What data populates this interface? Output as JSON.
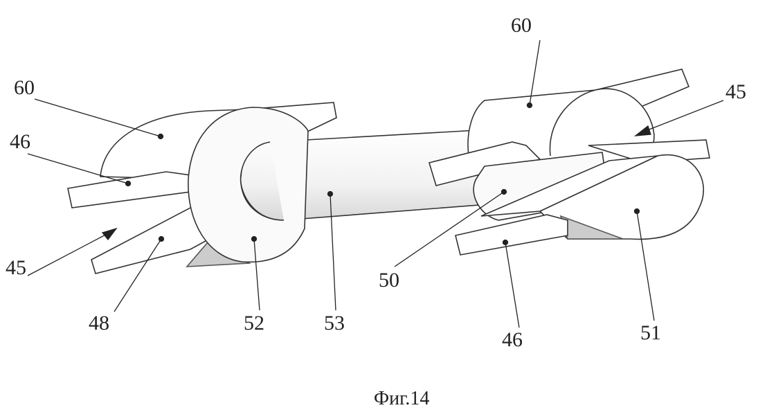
{
  "figure": {
    "caption": "Фиг.14",
    "labels": [
      {
        "id": "60-left",
        "text": "60"
      },
      {
        "id": "46-left",
        "text": "46"
      },
      {
        "id": "45-left",
        "text": "45"
      },
      {
        "id": "48",
        "text": "48"
      },
      {
        "id": "52",
        "text": "52"
      },
      {
        "id": "53",
        "text": "53"
      },
      {
        "id": "50",
        "text": "50"
      },
      {
        "id": "46-right",
        "text": "46"
      },
      {
        "id": "51",
        "text": "51"
      },
      {
        "id": "60-right",
        "text": "60"
      },
      {
        "id": "45-right",
        "text": "45"
      }
    ]
  }
}
